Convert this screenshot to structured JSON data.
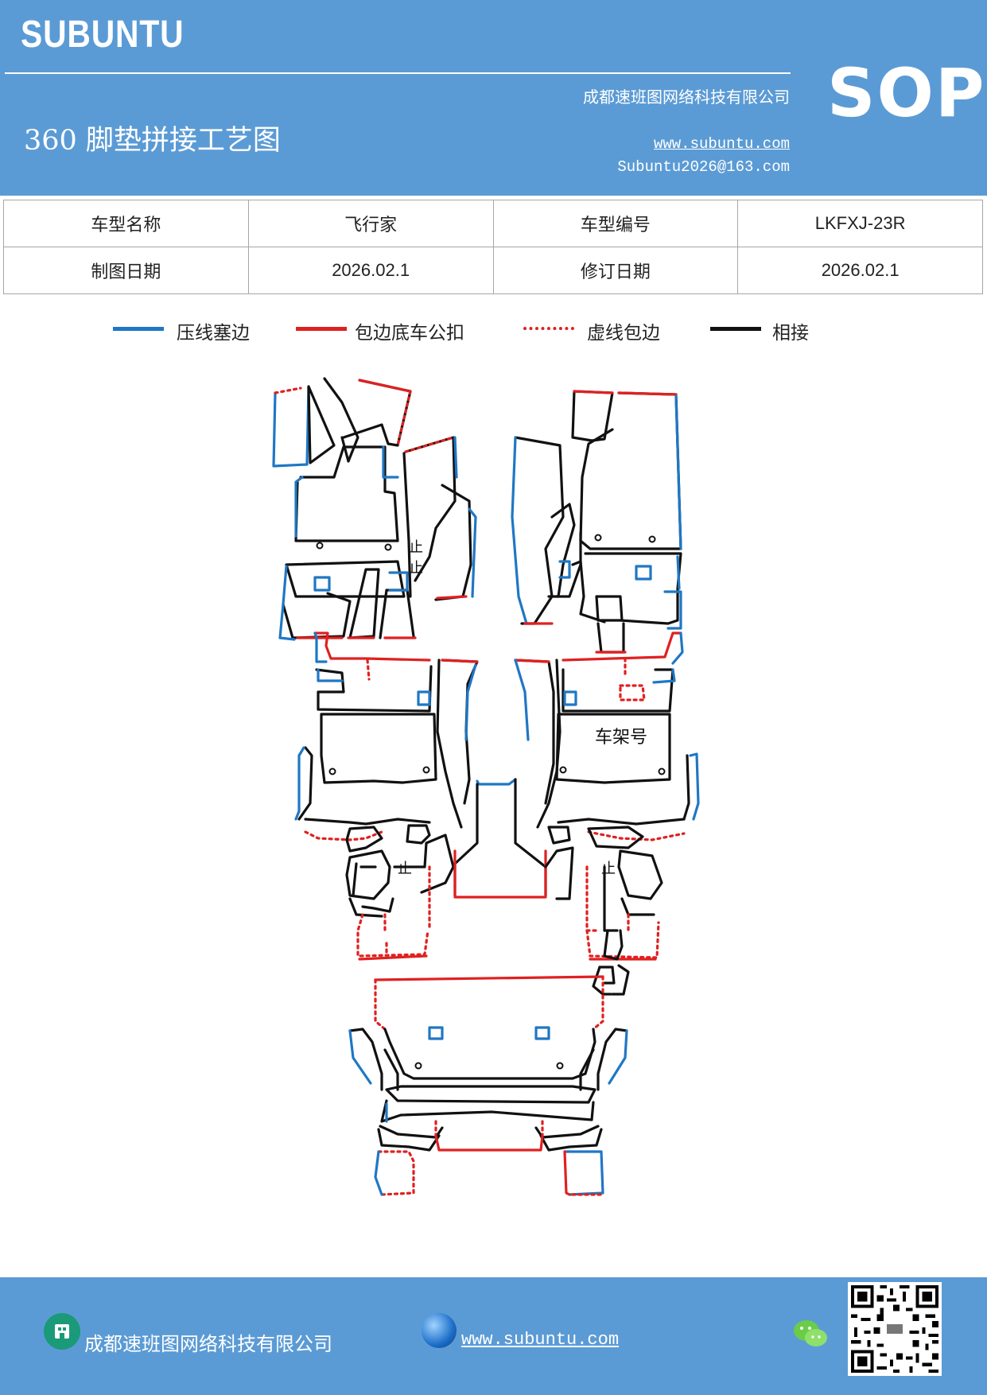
{
  "header": {
    "logo": "SUBUNTU",
    "badge": "SOP",
    "title": "360 脚垫拼接工艺图",
    "company": "成都速班图网络科技有限公司",
    "website": "www.subuntu.com",
    "email": "Subuntu2026@163.com",
    "bg_color": "#5b9bd5"
  },
  "info_table": {
    "row1": {
      "label1": "车型名称",
      "value1": "飞行家",
      "label2": "车型编号",
      "value2": "LKFXJ-23R"
    },
    "row2": {
      "label1": "制图日期",
      "value1": "2026.02.1",
      "label2": "修订日期",
      "value2": "2026.02.1"
    }
  },
  "legend": [
    {
      "label": "压线塞边",
      "color": "#1f77c4",
      "style": "solid"
    },
    {
      "label": "包边底车公扣",
      "color": "#e02020",
      "style": "solid"
    },
    {
      "label": "虚线包边",
      "color": "#e02020",
      "style": "dotted"
    },
    {
      "label": "相接",
      "color": "#111111",
      "style": "solid"
    }
  ],
  "diagram": {
    "marks": [
      "止",
      "止",
      "止",
      "止"
    ],
    "frame_label": "车架号"
  },
  "footer": {
    "company": "成都速班图网络科技有限公司",
    "website": "www.subuntu.com",
    "icons": [
      "company-icon",
      "globe-icon",
      "wechat-icon",
      "qr-code"
    ]
  }
}
